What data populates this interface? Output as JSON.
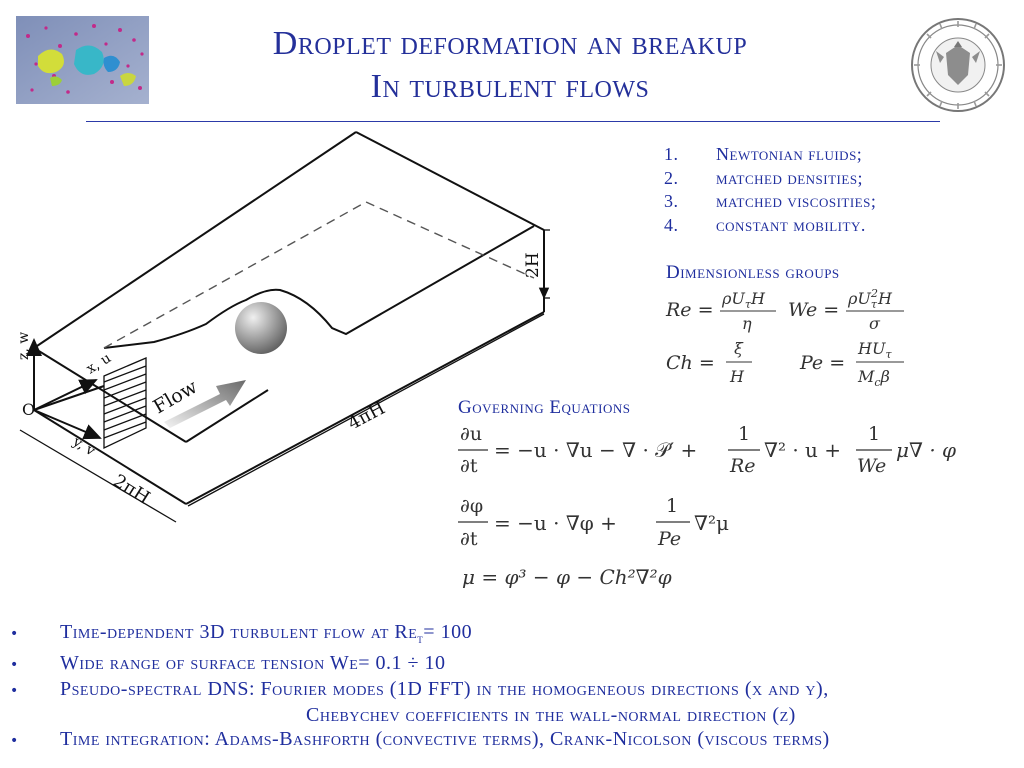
{
  "slide": {
    "title_line1": "Droplet deformation an breakup",
    "title_line2": "In turbulent flows"
  },
  "assumptions": [
    {
      "num": "1.",
      "text": "Newtonian fluids;"
    },
    {
      "num": "2.",
      "text": "matched densities;"
    },
    {
      "num": "3.",
      "text": "matched viscosities;"
    },
    {
      "num": "4.",
      "text": "constant mobility."
    }
  ],
  "dimensionless": {
    "heading": "Dimensionless groups",
    "Re_lhs": "Re =",
    "Re_num": "ρU",
    "Re_sub": "τ",
    "Re_num2": "H",
    "Re_den": "η",
    "We_lhs": "We =",
    "We_num": "ρU",
    "We_sub": "τ",
    "We_sup": "2",
    "We_num2": "H",
    "We_den": "σ",
    "Ch_lhs": "Ch =",
    "Ch_num": "ξ",
    "Ch_den": "H",
    "Pe_lhs": "Pe =",
    "Pe_num": "HU",
    "Pe_sub": "τ",
    "Pe_den": "M",
    "Pe_den_sub": "c",
    "Pe_den2": "β"
  },
  "governing": {
    "heading": "Governing Equations",
    "eq1": "= −u · ∇u − ∇ · 𝒫′ +",
    "eq1_frac1_num": "1",
    "eq1_frac1_den": "Re",
    "eq1_mid": "∇² · u +",
    "eq1_frac2_num": "1",
    "eq1_frac2_den": "We",
    "eq1_tail": "μ∇ · φ",
    "eq1_lhs_num": "∂u",
    "eq1_lhs_den": "∂t",
    "eq2_lhs_num": "∂φ",
    "eq2_lhs_den": "∂t",
    "eq2": "= −u · ∇φ +",
    "eq2_frac_num": "1",
    "eq2_frac_den": "Pe",
    "eq2_tail": "∇²μ",
    "eq3": "μ = φ³ − φ − Ch²∇²φ"
  },
  "figure": {
    "label_zw": "z, w",
    "label_xu": "x, u",
    "label_yv": "y, v",
    "label_o": "O",
    "label_flow": "Flow",
    "label_2H": "2H",
    "label_4piH": "4πH",
    "label_2piH": "2πH"
  },
  "bullets": [
    {
      "text": "Time-dependent 3D turbulent flow at Re",
      "sub": "τ",
      "tail": "= 100"
    },
    {
      "text": "Wide range of surface tension We=  0.1 ÷ 10"
    },
    {
      "text": "Pseudo-spectral DNS: Fourier modes (1D FFT) in the homogeneous directions (x and y),",
      "cont": "Chebychev coefficients in the wall-normal direction (z)"
    },
    {
      "text": "Time integration: Adams-Bashforth (convective terms), Crank-Nicolson (viscous terms)"
    }
  ],
  "colors": {
    "title": "#24309a",
    "accent": "#1f2e9e",
    "rule": "#2c3aa8"
  }
}
